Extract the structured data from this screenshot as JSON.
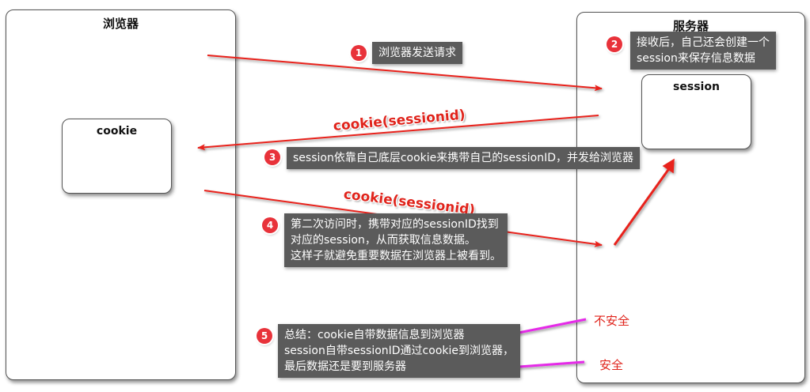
{
  "browser": {
    "title": "浏览器",
    "cookie_label": "cookie"
  },
  "server": {
    "title": "服务器",
    "session_label": "session"
  },
  "arrow_labels": {
    "response_cookie": "cookie(sessionid)",
    "request_cookie": "cookie(sessionid)"
  },
  "steps": [
    {
      "num": "1",
      "lines": [
        "浏览器发送请求"
      ]
    },
    {
      "num": "2",
      "lines": [
        "接收后，自己还会创建一个",
        "session来保存信息数据"
      ]
    },
    {
      "num": "3",
      "lines": [
        "session依靠自己底层cookie来携带自己的sessionID，并发给浏览器"
      ]
    },
    {
      "num": "4",
      "lines": [
        "第二次访问时，携带对应的sessionID找到",
        "对应的session，从而获取信息数据。",
        "这样子就避免重要数据在浏览器上被看到。"
      ]
    },
    {
      "num": "5",
      "lines": [
        "总结：cookie自带数据信息到浏览器",
        "session自带sessionID通过cookie到浏览器，",
        "最后数据还是要到服务器"
      ]
    }
  ],
  "annotations": {
    "unsafe": "不安全",
    "safe": "安全"
  },
  "colors": {
    "arrow": "#e8231b",
    "magenta": "#e52ae8",
    "badge": "#e8323a",
    "note_bg": "#5b5b5b"
  }
}
